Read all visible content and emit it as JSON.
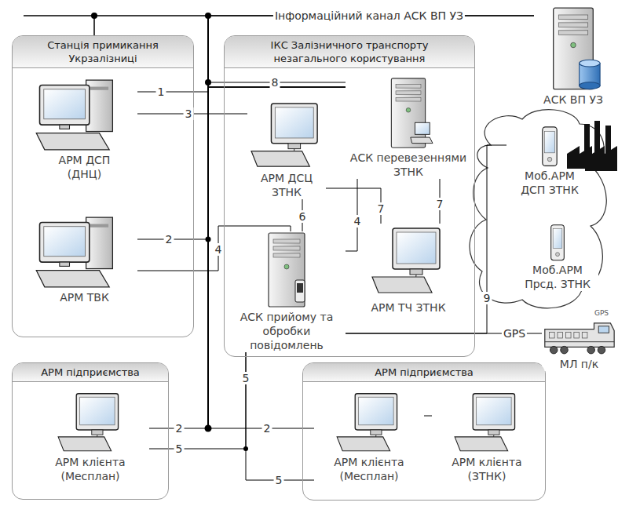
{
  "diagram": {
    "nodes": [
      {
        "text": [
          "Станція примикання Укрзалізниці"
        ]
      },
      {
        "text": [
          "АРМ ДСП (ДНЦ)"
        ],
        "in": 0
      },
      {
        "text": [
          "АРМ ТВК"
        ],
        "in": 0
      },
      {
        "text": [
          "ІКС Залізничного транспорту незагального користування"
        ]
      },
      {
        "text": [
          "АРМ ДСЦ ЗТНК"
        ],
        "in": 3
      },
      {
        "text": [
          "АСК перевезеннями ЗТНК"
        ],
        "in": 3
      },
      {
        "text": [
          "АСК прийому та обробки повідомлень"
        ],
        "in": 3
      },
      {
        "text": [
          "АРМ ТЧ ЗТНК"
        ],
        "in": 3
      },
      {
        "text": [
          "АСК ВП УЗ"
        ]
      },
      {
        "text": [
          "Моб.АРМ ДСП ЗТНК"
        ]
      },
      {
        "text": [
          "Моб.АРМ Прсд. ЗТНК"
        ]
      },
      {
        "text": [
          "МЛ п/к"
        ]
      },
      {
        "text": [
          "АРМ підприємства"
        ]
      },
      {
        "text": [
          "АРМ клієнта (Месплан)"
        ],
        "in": 12
      },
      {
        "text": [
          "АРМ підприємства"
        ]
      },
      {
        "text": [
          "АРМ клієнта (Месплан)"
        ],
        "in": 14
      },
      {
        "text": [
          "АРМ клієнта (ЗТНК)"
        ],
        "in": 14
      }
    ],
    "edges": [
      {
        "from": 0,
        "to": 8,
        "label": "Інформаційний канал АСК ВП УЗ",
        "arrow": "none"
      },
      {
        "from": 1,
        "to": 5,
        "label": "1",
        "arrow": "none"
      },
      {
        "from": 1,
        "to": 4,
        "label": "3",
        "arrow": "none"
      },
      {
        "from": 2,
        "to": 5,
        "label": "2",
        "arrow": "none"
      },
      {
        "from": 2,
        "to": 6,
        "label": "4",
        "arrow": "none"
      },
      {
        "from": 5,
        "to": 8,
        "label": "8",
        "arrow": "none"
      },
      {
        "from": 4,
        "to": 6,
        "label": "6",
        "arrow": "none"
      },
      {
        "from": 5,
        "to": 6,
        "label": "4",
        "arrow": "none"
      },
      {
        "from": 4,
        "to": 7,
        "label": "7",
        "arrow": "none"
      },
      {
        "from": 5,
        "to": 7,
        "label": "7",
        "arrow": "none"
      },
      {
        "from": 9,
        "to": 6,
        "label": "9",
        "arrow": "none"
      },
      {
        "from": 11,
        "to": 6,
        "label": "GPS",
        "arrow": "none"
      },
      {
        "from": 13,
        "to": 5,
        "label": "2",
        "arrow": "none"
      },
      {
        "from": 15,
        "to": 5,
        "label": "2",
        "arrow": "none"
      },
      {
        "from": 13,
        "to": 6,
        "label": "5",
        "arrow": "none"
      },
      {
        "from": 15,
        "to": 6,
        "label": "5",
        "arrow": "none"
      },
      {
        "from": 15,
        "to": 16,
        "arrow": "none"
      }
    ],
    "labels": [
      "5",
      "GPS"
    ]
  }
}
